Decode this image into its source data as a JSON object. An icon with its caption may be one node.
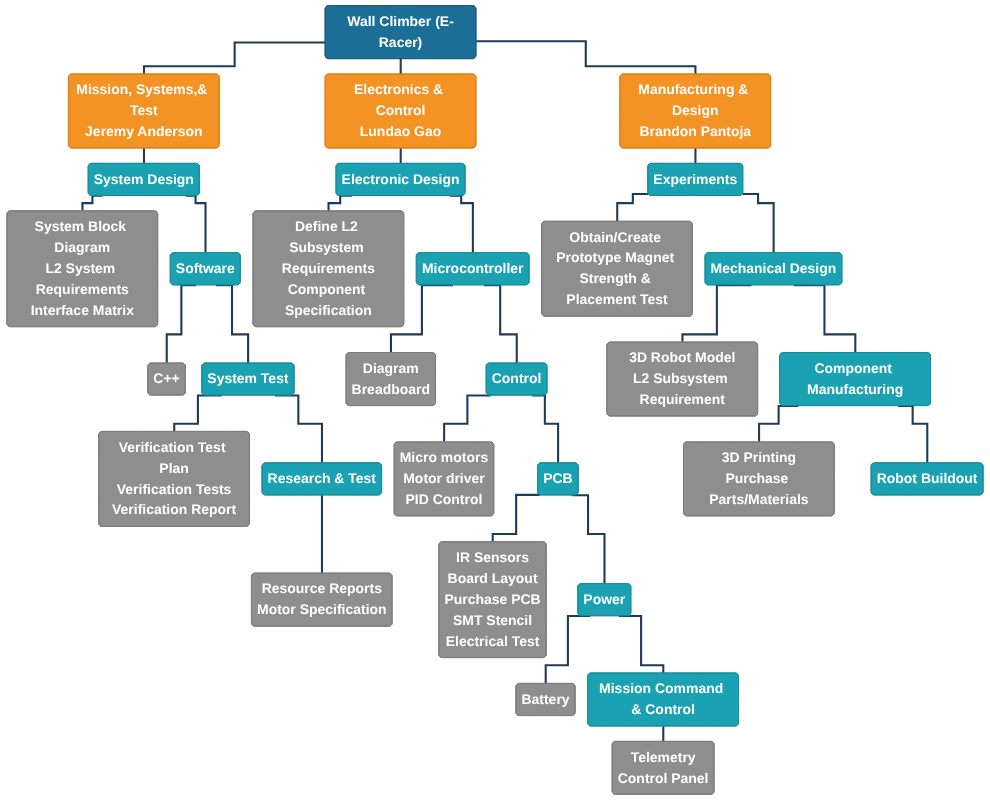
{
  "diagram": {
    "nodes": [
      {
        "text": [
          "Wall Climber (E-Racer)"
        ]
      },
      {
        "text": [
          "Mission, Systems,& Test",
          "Jeremy Anderson"
        ]
      },
      {
        "text": [
          "Electronics & Control",
          "Lundao Gao"
        ]
      },
      {
        "text": [
          "Manufacturing & Design",
          "Brandon Pantoja"
        ]
      },
      {
        "text": [
          "System Design"
        ]
      },
      {
        "text": [
          "System Block Diagram",
          "L2 System Requirements",
          "Interface Matrix"
        ]
      },
      {
        "text": [
          "Software"
        ]
      },
      {
        "text": [
          "C++"
        ]
      },
      {
        "text": [
          "System Test"
        ]
      },
      {
        "text": [
          "Verification Test Plan",
          "Verification Tests",
          "Verification Report"
        ]
      },
      {
        "text": [
          "Research & Test"
        ]
      },
      {
        "text": [
          "Resource Reports",
          "Motor Specification"
        ]
      },
      {
        "text": [
          "Electronic Design"
        ]
      },
      {
        "text": [
          "Define L2 Subsystem Requirements",
          "Component Specification"
        ]
      },
      {
        "text": [
          "Microcontroller"
        ]
      },
      {
        "text": [
          "Diagram",
          "Breadboard"
        ]
      },
      {
        "text": [
          "Control"
        ]
      },
      {
        "text": [
          "Micro motors",
          "Motor driver",
          "PID Control"
        ]
      },
      {
        "text": [
          "PCB"
        ]
      },
      {
        "text": [
          "IR Sensors",
          "Board Layout",
          "Purchase PCB",
          "SMT Stencil",
          "Electrical Test"
        ]
      },
      {
        "text": [
          "Power"
        ]
      },
      {
        "text": [
          "Battery"
        ]
      },
      {
        "text": [
          "Mission Command & Control"
        ]
      },
      {
        "text": [
          "Telemetry",
          "Control Panel"
        ]
      },
      {
        "text": [
          "Experiments"
        ]
      },
      {
        "text": [
          "Obtain/Create Prototype Magnet Strength & Placement Test"
        ]
      },
      {
        "text": [
          "Mechanical Design"
        ]
      },
      {
        "text": [
          "3D Robot Model",
          "L2 Subsystem Requirement"
        ]
      },
      {
        "text": [
          "Component Manufacturing"
        ]
      },
      {
        "text": [
          "3D Printing",
          "Purchase Parts/Materials"
        ]
      },
      {
        "text": [
          "Robot Buildout"
        ]
      }
    ],
    "edges": [
      {
        "from": 0,
        "to": 1,
        "arrow": "none"
      },
      {
        "from": 0,
        "to": 2,
        "arrow": "none"
      },
      {
        "from": 0,
        "to": 3,
        "arrow": "none"
      },
      {
        "from": 1,
        "to": 4,
        "arrow": "none"
      },
      {
        "from": 4,
        "to": 5,
        "arrow": "none"
      },
      {
        "from": 4,
        "to": 6,
        "arrow": "none"
      },
      {
        "from": 6,
        "to": 7,
        "arrow": "none"
      },
      {
        "from": 6,
        "to": 8,
        "arrow": "none"
      },
      {
        "from": 8,
        "to": 9,
        "arrow": "none"
      },
      {
        "from": 8,
        "to": 10,
        "arrow": "none"
      },
      {
        "from": 10,
        "to": 11,
        "arrow": "none"
      },
      {
        "from": 2,
        "to": 12,
        "arrow": "none"
      },
      {
        "from": 12,
        "to": 13,
        "arrow": "none"
      },
      {
        "from": 12,
        "to": 14,
        "arrow": "none"
      },
      {
        "from": 14,
        "to": 15,
        "arrow": "none"
      },
      {
        "from": 14,
        "to": 16,
        "arrow": "none"
      },
      {
        "from": 16,
        "to": 17,
        "arrow": "none"
      },
      {
        "from": 16,
        "to": 18,
        "arrow": "none"
      },
      {
        "from": 18,
        "to": 19,
        "arrow": "none"
      },
      {
        "from": 18,
        "to": 20,
        "arrow": "none"
      },
      {
        "from": 20,
        "to": 21,
        "arrow": "none"
      },
      {
        "from": 20,
        "to": 22,
        "arrow": "none"
      },
      {
        "from": 22,
        "to": 23,
        "arrow": "none"
      },
      {
        "from": 3,
        "to": 24,
        "arrow": "none"
      },
      {
        "from": 24,
        "to": 25,
        "arrow": "none"
      },
      {
        "from": 24,
        "to": 26,
        "arrow": "none"
      },
      {
        "from": 26,
        "to": 27,
        "arrow": "none"
      },
      {
        "from": 26,
        "to": 28,
        "arrow": "none"
      },
      {
        "from": 28,
        "to": 29,
        "arrow": "none"
      },
      {
        "from": 28,
        "to": 30,
        "arrow": "none"
      }
    ]
  }
}
